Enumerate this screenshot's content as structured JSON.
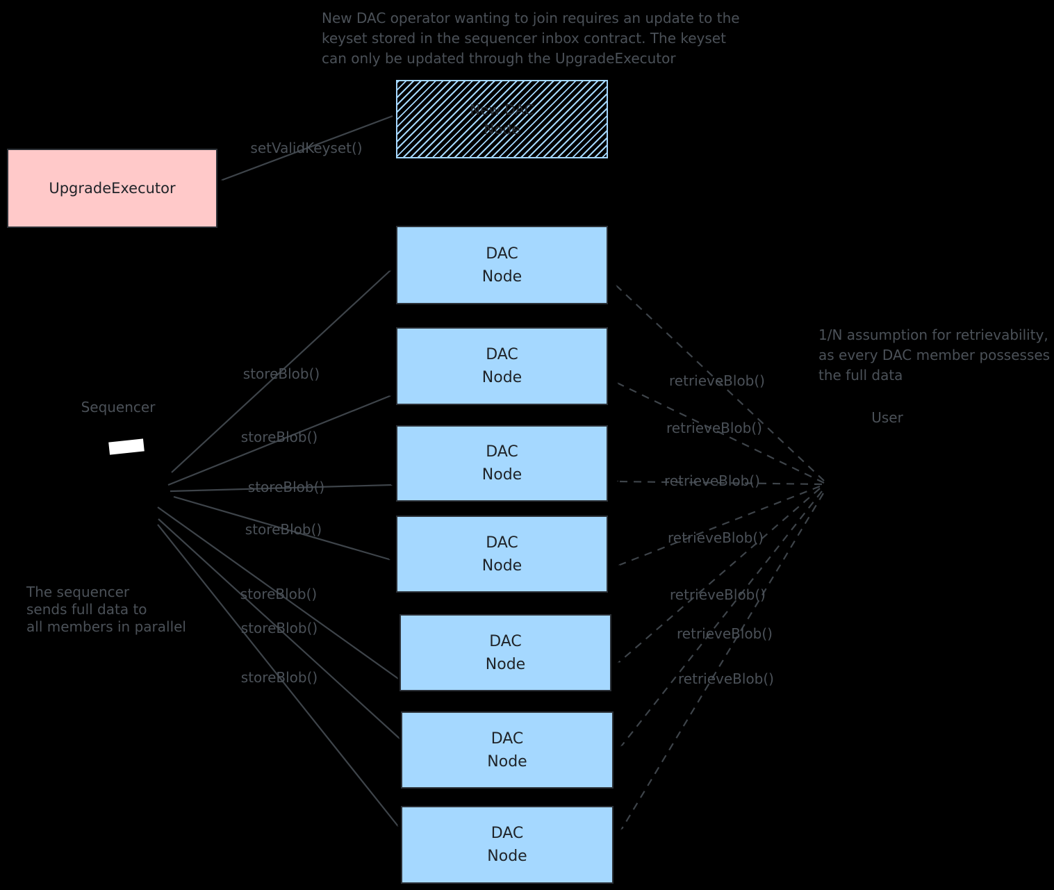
{
  "colors": {
    "background": "#000000",
    "node_blue": "#a5d8ff",
    "node_pink": "#ffc9c9",
    "ink_text": "#4b5158",
    "ink_line": "#3e444a",
    "sequencer_box": "#ffffff"
  },
  "annotations": {
    "top": {
      "line1": "New DAC operator wanting to join requires an update to the",
      "line2": "keyset stored in the sequencer inbox contract. The keyset",
      "line3": "can only be updated through the UpgradeExecutor"
    },
    "right": {
      "line1": "1/N assumption for retrievability,",
      "line2": "as every DAC member possesses",
      "line3": "the full data"
    },
    "left": {
      "line1": "The sequencer",
      "line2": "sends full data to",
      "line3": "all members in parallel"
    }
  },
  "nodes": {
    "upgrade_executor": {
      "label": "UpgradeExecutor"
    },
    "new_dac_node": {
      "line1": "New DAC",
      "line2": "Node"
    },
    "sequencer": {
      "label": "Sequencer"
    },
    "user": {
      "label": "User"
    },
    "dac_nodes": [
      {
        "line1": "DAC",
        "line2": "Node"
      },
      {
        "line1": "DAC",
        "line2": "Node"
      },
      {
        "line1": "DAC",
        "line2": "Node"
      },
      {
        "line1": "DAC",
        "line2": "Node"
      },
      {
        "line1": "DAC",
        "line2": "Node"
      },
      {
        "line1": "DAC",
        "line2": "Node"
      },
      {
        "line1": "DAC",
        "line2": "Node"
      }
    ]
  },
  "edges": {
    "set_valid_keyset": {
      "label": "setValidKeyset()"
    },
    "store_blob": [
      {
        "label": "storeBlob()"
      },
      {
        "label": "storeBlob()"
      },
      {
        "label": "storeBlob()"
      },
      {
        "label": "storeBlob()"
      },
      {
        "label": "storeBlob()"
      },
      {
        "label": "storeBlob()"
      },
      {
        "label": "storeBlob()"
      }
    ],
    "retrieve_blob": [
      {
        "label": "retrieveBlob()"
      },
      {
        "label": "retrieveBlob()"
      },
      {
        "label": "retrieveBlob()"
      },
      {
        "label": "retrieveBlob()"
      },
      {
        "label": "retrieveBlob()"
      },
      {
        "label": "retrieveBlob()"
      },
      {
        "label": "retrieveBlob()"
      }
    ]
  }
}
